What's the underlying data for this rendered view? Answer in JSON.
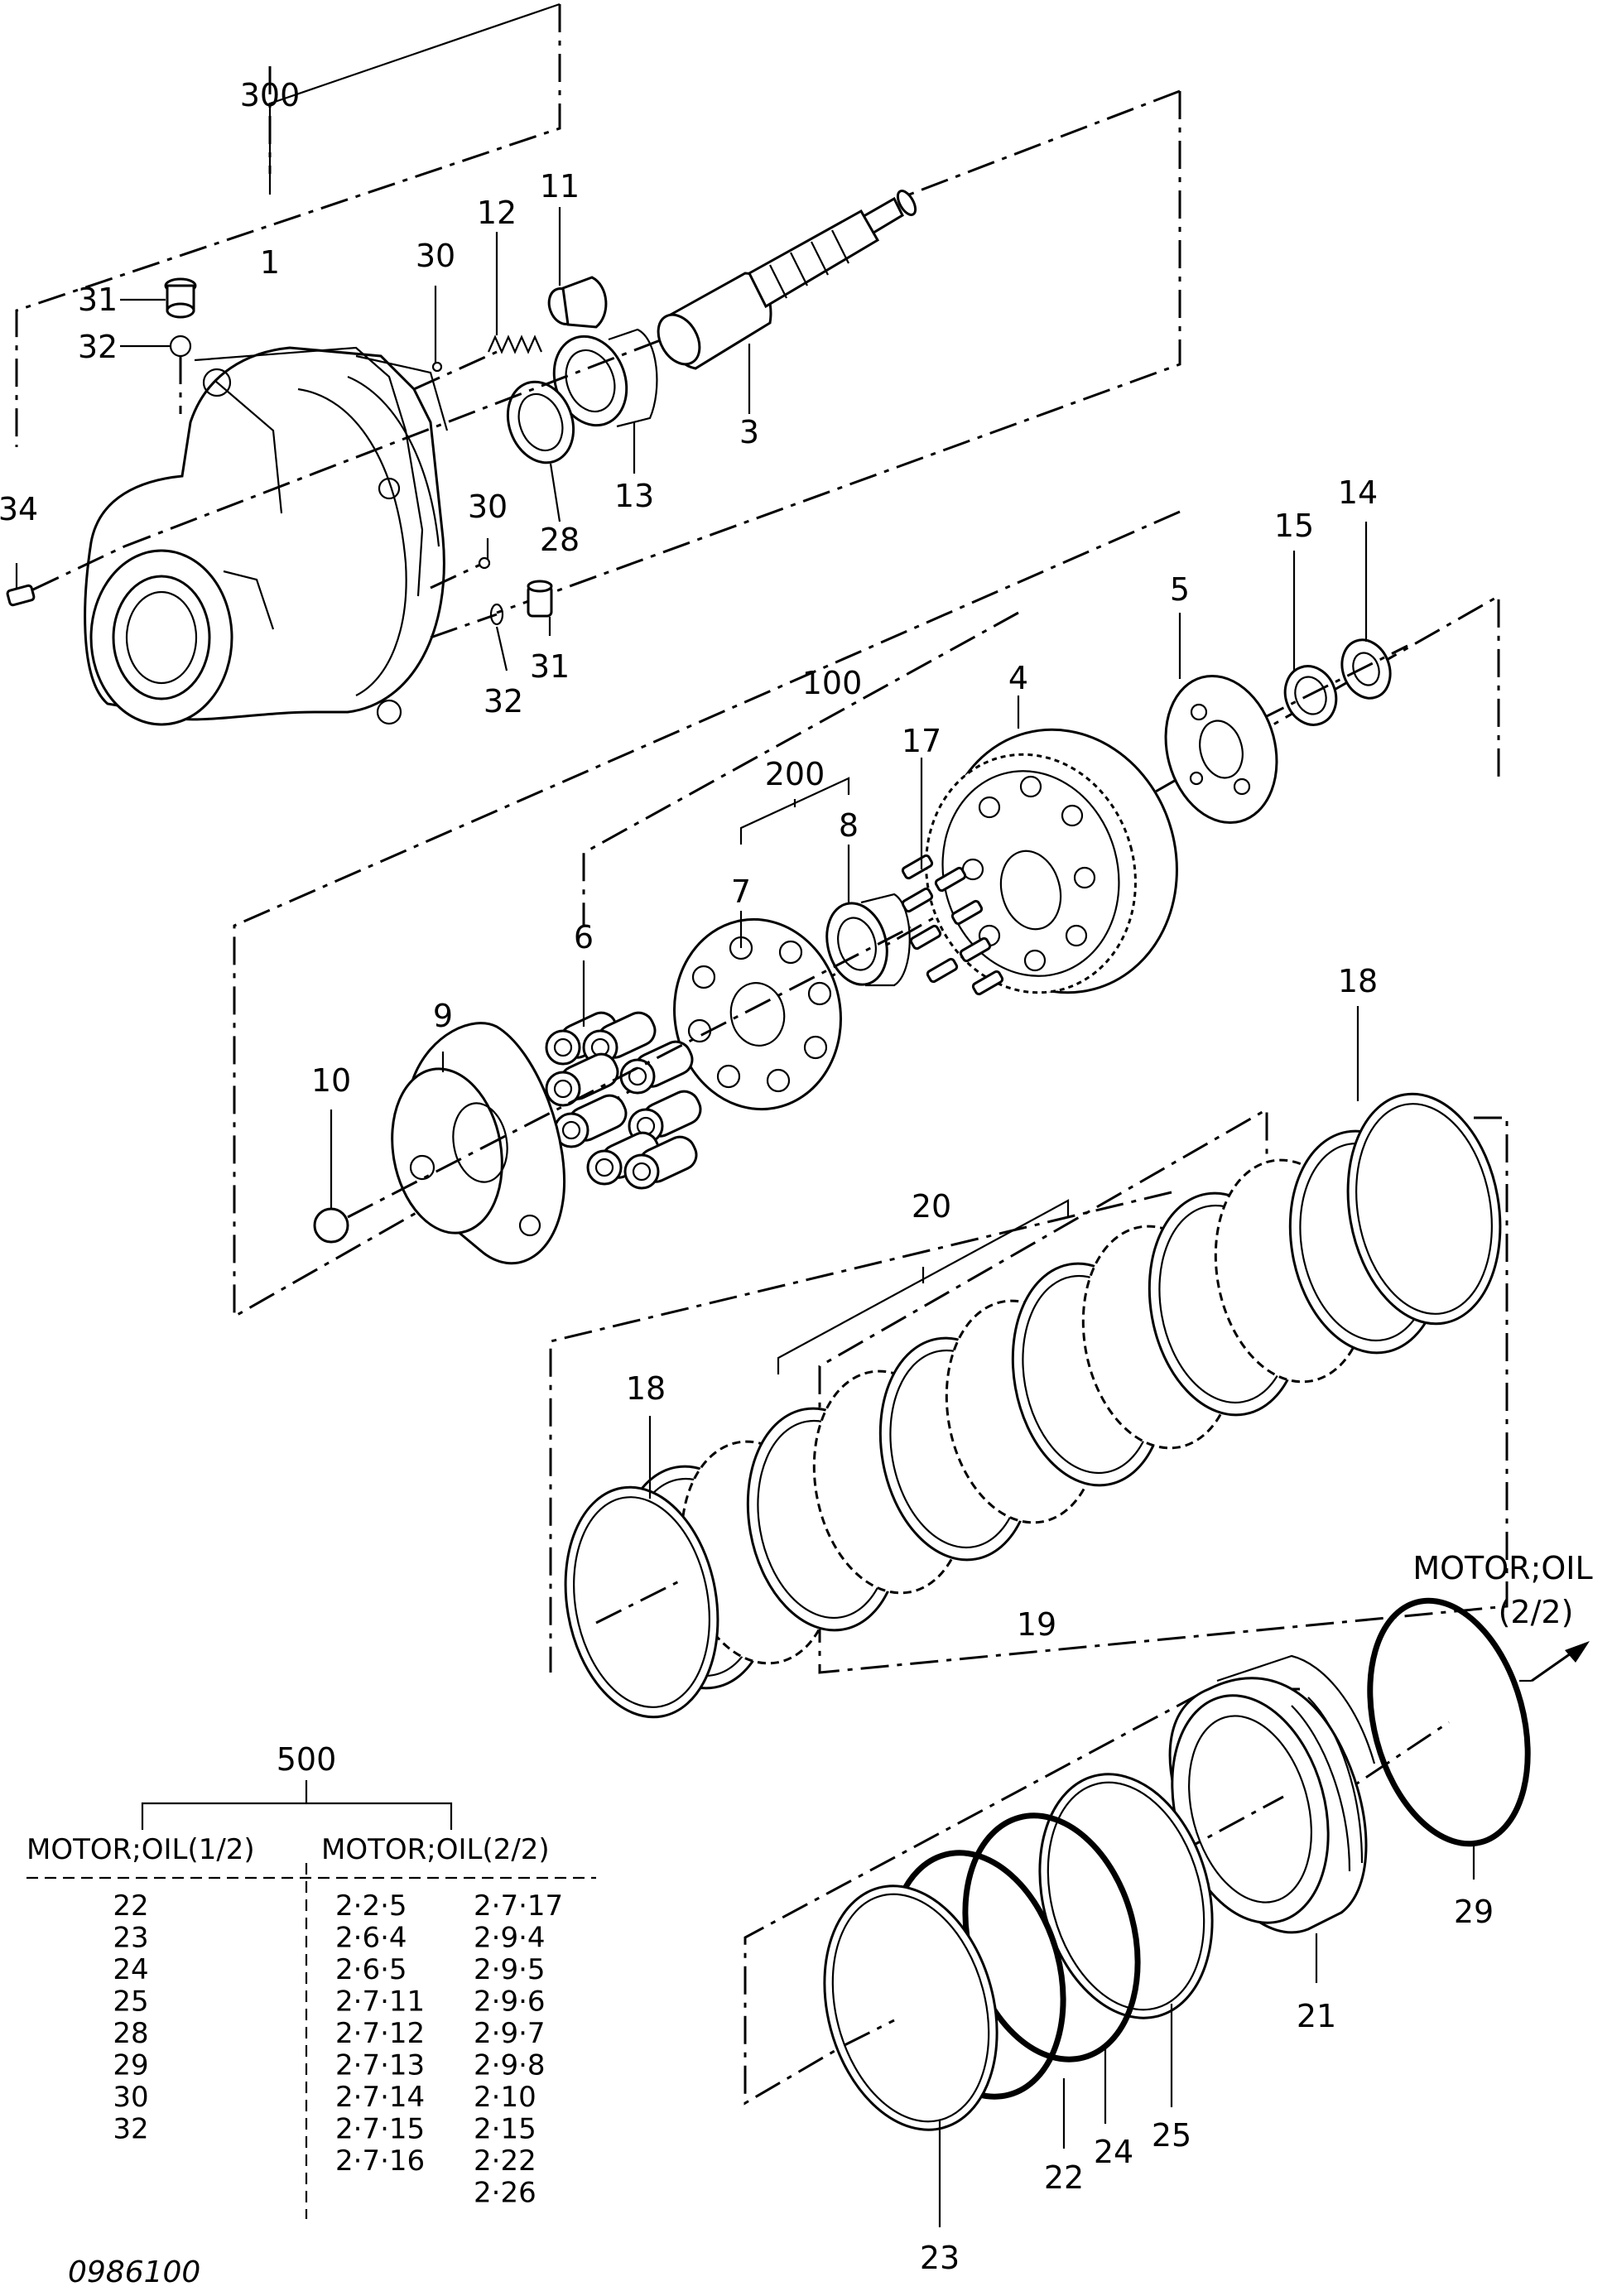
{
  "callouts": {
    "c300": "300",
    "c1": "1",
    "c11": "11",
    "c12": "12",
    "c30a": "30",
    "c31a": "31",
    "c32a": "32",
    "c34": "34",
    "c3": "3",
    "c13": "13",
    "c28": "28",
    "c30b": "30",
    "c31b": "31",
    "c32b": "32",
    "c14": "14",
    "c15": "15",
    "c5": "5",
    "c4": "4",
    "c100": "100",
    "c200": "200",
    "c17": "17",
    "c8": "8",
    "c7": "7",
    "c6": "6",
    "c9": "9",
    "c10": "10",
    "c18a": "18",
    "c18b": "18",
    "c20": "20",
    "c19": "19",
    "c29": "29",
    "c21": "21",
    "c25": "25",
    "c24": "24",
    "c22": "22",
    "c23": "23"
  },
  "reference_note": {
    "line1": "MOTOR;OIL",
    "line2": "(2/2)"
  },
  "assembly_table": {
    "group": "500",
    "col1_header": "MOTOR;OIL(1/2)",
    "col2_header": "MOTOR;OIL(2/2)",
    "col1": [
      "22",
      "23",
      "24",
      "25",
      "28",
      "29",
      "30",
      "32"
    ],
    "col2a": [
      "2·2·5",
      "2·6·4",
      "2·6·5",
      "2·7·11",
      "2·7·12",
      "2·7·13",
      "2·7·14",
      "2·7·15",
      "2·7·16"
    ],
    "col2b": [
      "2·7·17",
      "2·9·4",
      "2·9·5",
      "2·9·6",
      "2·9·7",
      "2·9·8",
      "2·10",
      "2·15",
      "2·22",
      "2·26"
    ]
  },
  "drawing_code": "0986100"
}
